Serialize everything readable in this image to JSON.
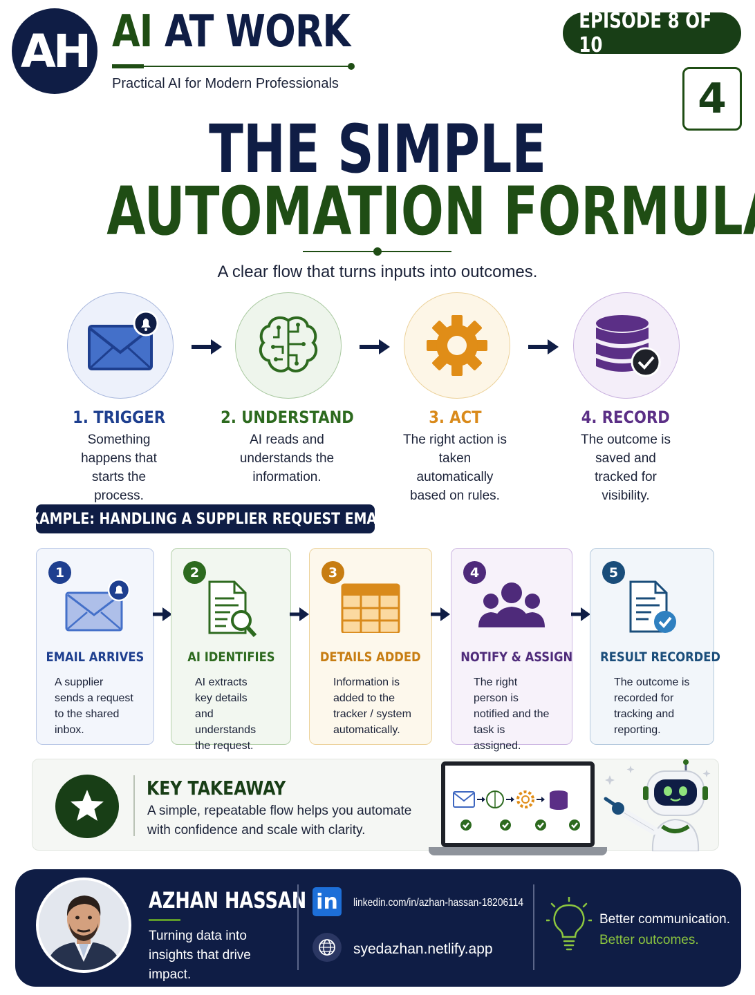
{
  "header": {
    "logo": "AH",
    "brand_ai": "AI",
    "brand_rest": "AT WORK",
    "tagline": "Practical AI for Modern Professionals",
    "episode": "EPISODE 8 OF 10",
    "number": "4"
  },
  "title": {
    "line1": "THE SIMPLE",
    "line2": "AUTOMATION FORMULA",
    "subtitle": "A clear flow that turns inputs into outcomes."
  },
  "steps": [
    {
      "title": "1. TRIGGER",
      "desc": "Something happens that starts the process.",
      "color": "#1e3f8f",
      "icon": "envelope-bell-icon"
    },
    {
      "title": "2. UNDERSTAND",
      "desc": "AI reads and understands the information.",
      "color": "#2d6a1f",
      "icon": "brain-icon"
    },
    {
      "title": "3. ACT",
      "desc": "The right action is taken automatically based on rules.",
      "color": "#d98a1b",
      "icon": "gear-icon"
    },
    {
      "title": "4. RECORD",
      "desc": "The outcome is saved and tracked for visibility.",
      "color": "#5b2f86",
      "icon": "database-check-icon"
    }
  ],
  "example": {
    "label": "EXAMPLE: HANDLING A SUPPLIER REQUEST EMAIL",
    "cards": [
      {
        "num": "1",
        "title": "EMAIL ARRIVES",
        "desc": "A supplier sends a request to the shared inbox.",
        "color": "#1e3f8f",
        "icon": "envelope-bell-icon"
      },
      {
        "num": "2",
        "title": "AI IDENTIFIES",
        "desc": "AI extracts key details and understands the request.",
        "color": "#2d6a1f",
        "icon": "document-search-icon"
      },
      {
        "num": "3",
        "title": "DETAILS ADDED",
        "desc": "Information is added to the tracker / system automatically.",
        "color": "#c77d12",
        "icon": "table-icon"
      },
      {
        "num": "4",
        "title": "NOTIFY & ASSIGN",
        "desc": "The right person is notified and the task is assigned.",
        "color": "#4e2a7a",
        "icon": "people-icon"
      },
      {
        "num": "5",
        "title": "RESULT RECORDED",
        "desc": "The outcome is recorded for tracking and reporting.",
        "color": "#1a4d7a",
        "icon": "document-check-icon"
      }
    ]
  },
  "takeaway": {
    "title": "KEY TAKEAWAY",
    "text": "A simple, repeatable flow helps you automate with confidence and scale with clarity."
  },
  "footer": {
    "name": "AZHAN HASSAN",
    "tagline": "Turning data into insights that drive impact.",
    "linkedin": "linkedin.com/in/azhan-hassan-18206114",
    "website": "syedazhan.netlify.app",
    "better1": "Better communication.",
    "better2": "Better outcomes.",
    "linkedin_badge": "in"
  }
}
